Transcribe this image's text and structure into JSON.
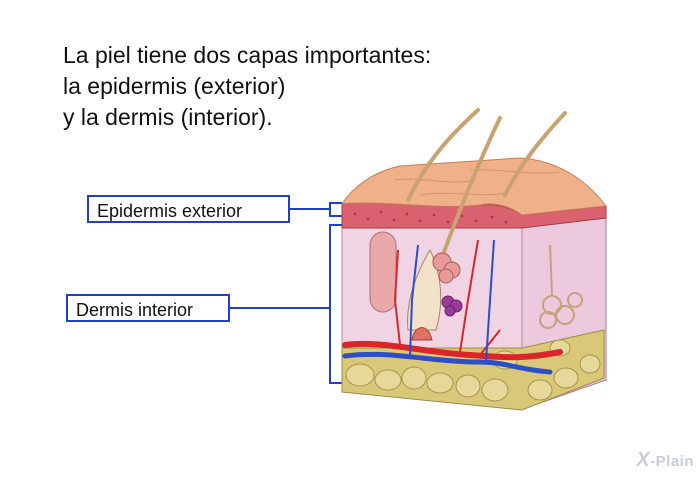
{
  "title_lines": [
    "La piel tiene dos capas importantes:",
    "la epidermis (exterior)",
    "y la dermis (interior)."
  ],
  "labels": {
    "epidermis": "Epidermis exterior",
    "dermis": "Dermis interior"
  },
  "brand": {
    "mark": "X",
    "name": "-Plain"
  },
  "colors": {
    "callout_border": "#1f3fd0",
    "skin_surface": "#efb08a",
    "epidermis_band": "#d9626e",
    "dermis": "#f0d4e4",
    "fat": "#d8c878",
    "artery": "#d8262a",
    "vein": "#2c4fc9",
    "hair": "#c8a270"
  }
}
